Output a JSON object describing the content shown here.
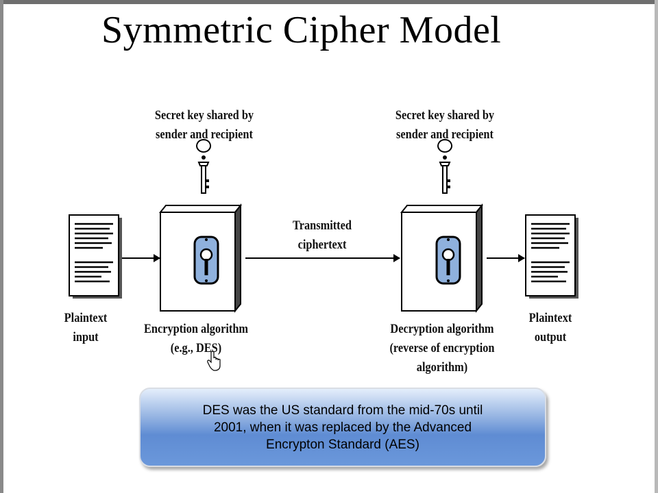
{
  "title": "Symmetric Cipher Model",
  "labels": {
    "secret_key_left": [
      "Secret key shared by",
      "sender and recipient"
    ],
    "secret_key_right": [
      "Secret key shared by",
      "sender and recipient"
    ],
    "transmitted": [
      "Transmitted",
      "ciphertext"
    ],
    "plaintext_input": [
      "Plaintext",
      "input"
    ],
    "encryption": [
      "Encryption algorithm",
      "(e.g., DES)"
    ],
    "decryption": [
      "Decryption algorithm",
      "(reverse of encryption",
      "algorithm)"
    ],
    "plaintext_output": [
      "Plaintext",
      "output"
    ]
  },
  "note": {
    "lines": [
      "DES was the US standard from the mid-70s until",
      "2001, when it was replaced by the Advanced",
      "Encrypton Standard (AES)"
    ]
  },
  "colors": {
    "lock_fill": "#8fb1dd",
    "note_gradient_mid": "#5f8cd3"
  }
}
